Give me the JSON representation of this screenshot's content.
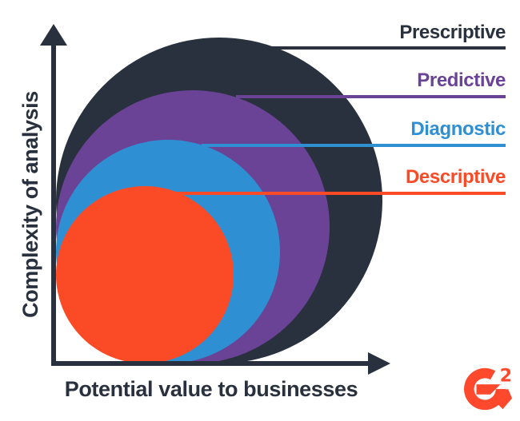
{
  "colors": {
    "navy": "#29313E",
    "purple": "#6A4396",
    "blue": "#2E90D3",
    "red": "#FB4A26",
    "logo_red": "#FF492C",
    "bg": "#FFFFFF"
  },
  "axes": {
    "y_label": "Complexity of analysis",
    "x_label": "Potential value to businesses"
  },
  "rings": [
    {
      "id": "prescriptive",
      "label": "Prescriptive",
      "color": "#29313E",
      "size_rank": 4
    },
    {
      "id": "predictive",
      "label": "Predictive",
      "color": "#6A4396",
      "size_rank": 3
    },
    {
      "id": "diagnostic",
      "label": "Diagnostic",
      "color": "#2E90D3",
      "size_rank": 2
    },
    {
      "id": "descriptive",
      "label": "Descriptive",
      "color": "#FB4A26",
      "size_rank": 1
    }
  ],
  "logo": {
    "name": "G2",
    "superscript": "2",
    "color": "#FF492C"
  }
}
